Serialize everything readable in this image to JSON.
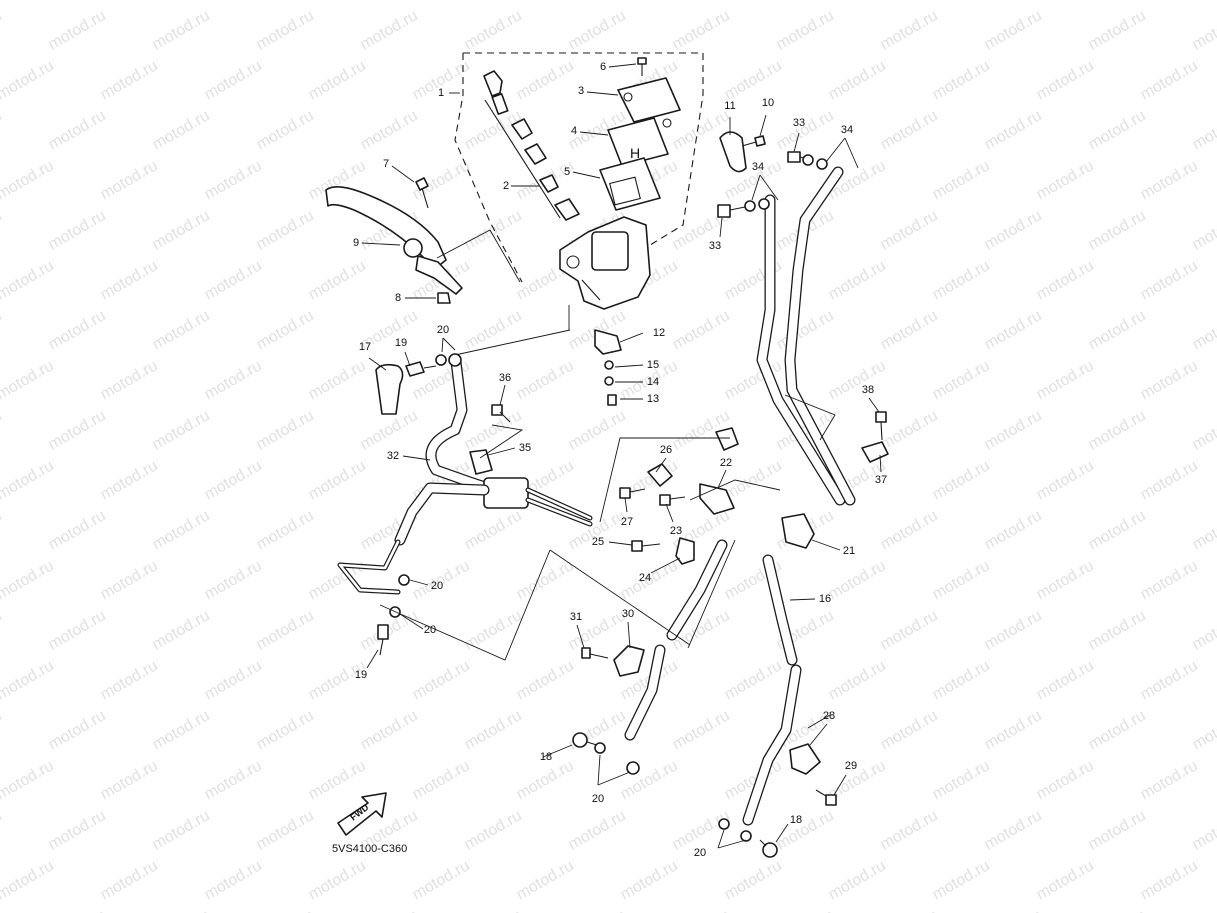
{
  "watermark": "motod.ru",
  "diagram_code": "5VS4100-C360",
  "fwd_label": "FWD",
  "reservoir_mark": "H",
  "callouts": [
    "1",
    "2",
    "3",
    "4",
    "5",
    "6",
    "7",
    "8",
    "9",
    "10",
    "11",
    "12",
    "13",
    "14",
    "15",
    "16",
    "17",
    "18",
    "18",
    "19",
    "19",
    "20",
    "20",
    "20",
    "20",
    "20",
    "21",
    "22",
    "23",
    "24",
    "25",
    "26",
    "27",
    "28",
    "29",
    "30",
    "31",
    "32",
    "33",
    "33",
    "34",
    "34",
    "35",
    "36",
    "37",
    "38"
  ]
}
